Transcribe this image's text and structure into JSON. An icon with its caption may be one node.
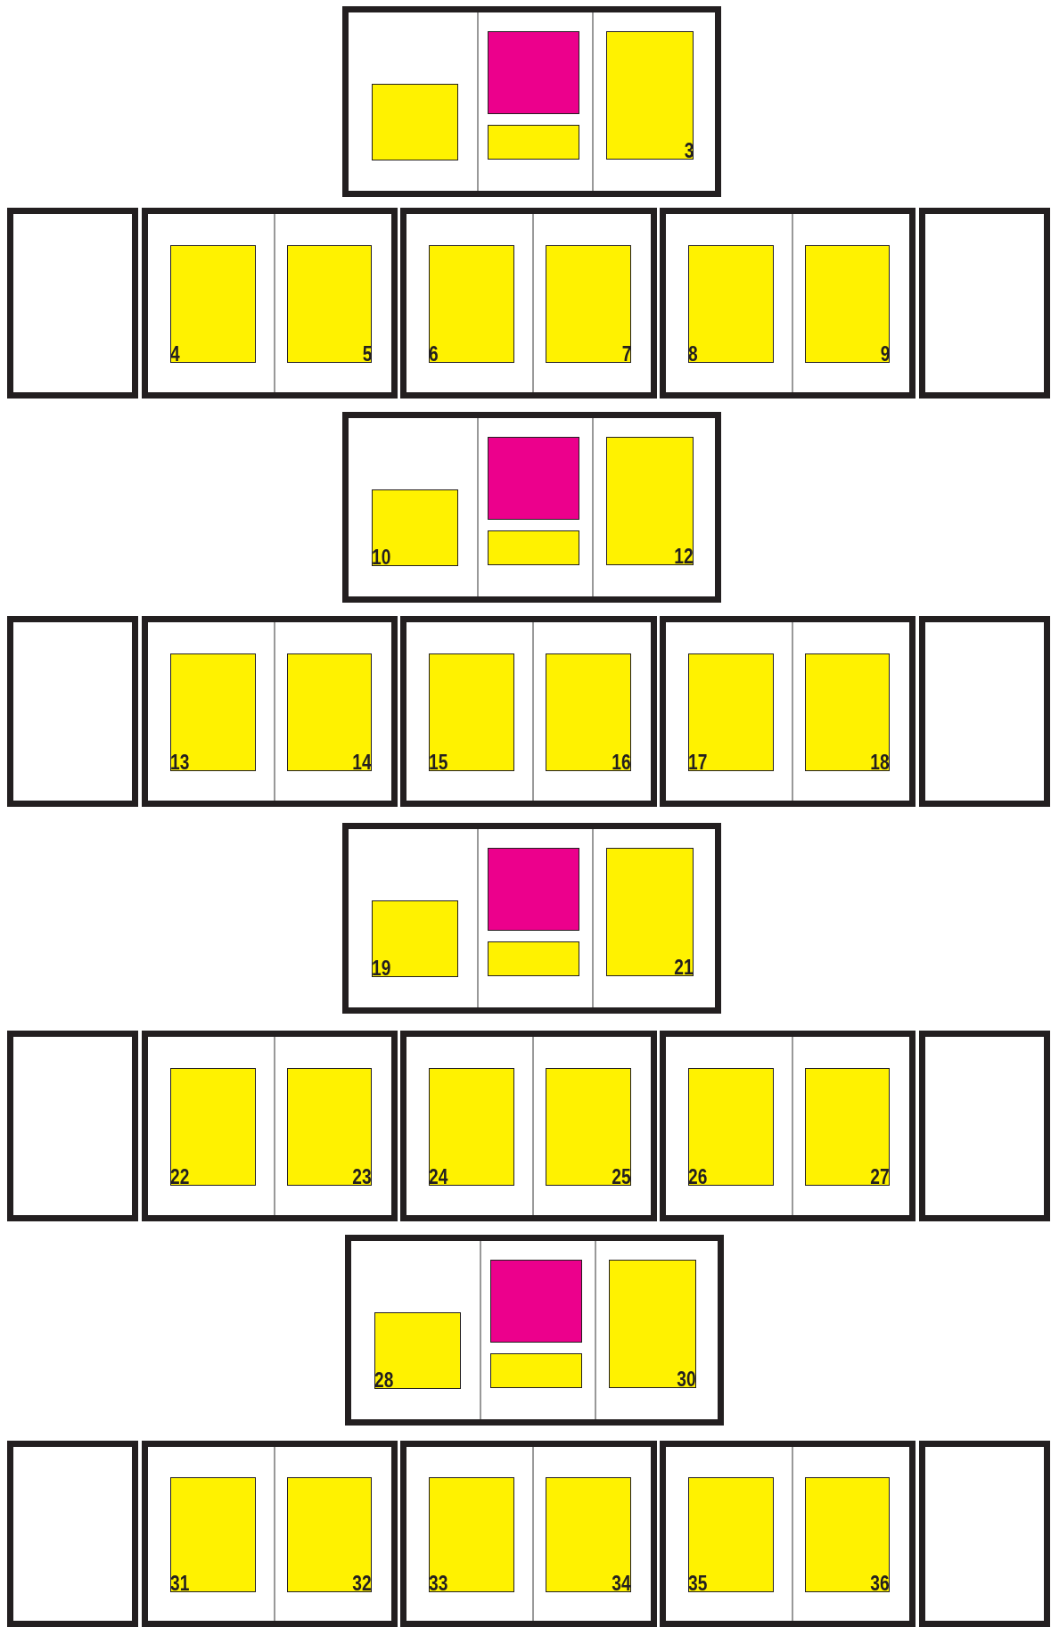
{
  "diagram": {
    "nodes": [
      {
        "text": [],
        "shape": "box"
      },
      {
        "text": [],
        "shape": "box",
        "in": 0
      },
      {
        "text": [],
        "shape": "box",
        "in": 0
      },
      {
        "text": [],
        "shape": "box",
        "in": 0
      },
      {
        "text": [
          "3"
        ],
        "in": 0
      },
      {
        "text": [],
        "shape": "box"
      },
      {
        "text": [],
        "shape": "box"
      },
      {
        "text": [
          "4"
        ],
        "in": 6
      },
      {
        "text": [
          "5"
        ],
        "in": 6
      },
      {
        "text": [],
        "shape": "box"
      },
      {
        "text": [
          "6"
        ],
        "in": 9
      },
      {
        "text": [
          "7"
        ],
        "in": 9
      },
      {
        "text": [],
        "shape": "box"
      },
      {
        "text": [
          "8"
        ],
        "in": 12
      },
      {
        "text": [
          "9"
        ],
        "in": 12
      },
      {
        "text": [],
        "shape": "box"
      },
      {
        "text": [],
        "shape": "box"
      },
      {
        "text": [
          "10"
        ],
        "in": 16
      },
      {
        "text": [],
        "shape": "box",
        "in": 16
      },
      {
        "text": [],
        "shape": "box",
        "in": 16
      },
      {
        "text": [
          "12"
        ],
        "in": 16
      },
      {
        "text": [],
        "shape": "box"
      },
      {
        "text": [],
        "shape": "box"
      },
      {
        "text": [
          "13"
        ],
        "in": 22
      },
      {
        "text": [
          "14"
        ],
        "in": 22
      },
      {
        "text": [],
        "shape": "box"
      },
      {
        "text": [
          "15"
        ],
        "in": 25
      },
      {
        "text": [
          "16"
        ],
        "in": 25
      },
      {
        "text": [],
        "shape": "box"
      },
      {
        "text": [
          "17"
        ],
        "in": 28
      },
      {
        "text": [
          "18"
        ],
        "in": 28
      },
      {
        "text": [],
        "shape": "box"
      },
      {
        "text": [],
        "shape": "box"
      },
      {
        "text": [
          "19"
        ],
        "in": 32
      },
      {
        "text": [],
        "shape": "box",
        "in": 32
      },
      {
        "text": [],
        "shape": "box",
        "in": 32
      },
      {
        "text": [
          "21"
        ],
        "in": 32
      },
      {
        "text": [],
        "shape": "box"
      },
      {
        "text": [],
        "shape": "box"
      },
      {
        "text": [
          "22"
        ],
        "in": 38
      },
      {
        "text": [
          "23"
        ],
        "in": 38
      },
      {
        "text": [],
        "shape": "box"
      },
      {
        "text": [
          "24"
        ],
        "in": 41
      },
      {
        "text": [
          "25"
        ],
        "in": 41
      },
      {
        "text": [],
        "shape": "box"
      },
      {
        "text": [
          "26"
        ],
        "in": 44
      },
      {
        "text": [
          "27"
        ],
        "in": 44
      },
      {
        "text": [],
        "shape": "box"
      },
      {
        "text": [],
        "shape": "box"
      },
      {
        "text": [
          "28"
        ],
        "in": 48
      },
      {
        "text": [],
        "shape": "box",
        "in": 48
      },
      {
        "text": [],
        "shape": "box",
        "in": 48
      },
      {
        "text": [
          "30"
        ],
        "in": 48
      },
      {
        "text": [],
        "shape": "box"
      },
      {
        "text": [],
        "shape": "box"
      },
      {
        "text": [
          "31"
        ],
        "in": 54
      },
      {
        "text": [
          "32"
        ],
        "in": 54
      },
      {
        "text": [],
        "shape": "box"
      },
      {
        "text": [
          "33"
        ],
        "in": 57
      },
      {
        "text": [
          "34"
        ],
        "in": 57
      },
      {
        "text": [],
        "shape": "box"
      },
      {
        "text": [
          "35"
        ],
        "in": 60
      },
      {
        "text": [
          "36"
        ],
        "in": 60
      },
      {
        "text": [],
        "shape": "box"
      }
    ],
    "edges": []
  }
}
